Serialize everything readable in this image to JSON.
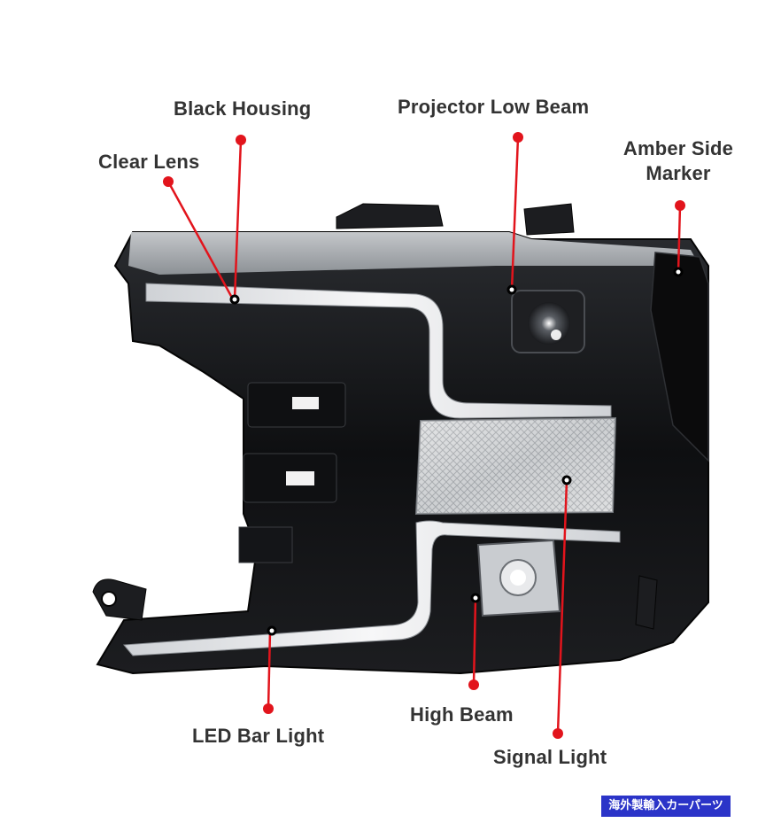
{
  "callouts": {
    "black_housing": "Black Housing",
    "clear_lens": "Clear Lens",
    "projector_low_beam": "Projector Low Beam",
    "amber_side_marker_line1": "Amber Side",
    "amber_side_marker_line2": "Marker",
    "led_bar_light": "LED Bar Light",
    "high_beam": "High Beam",
    "signal_light": "Signal Light"
  },
  "badge": {
    "text": "海外製輸入カーパーツ"
  },
  "colors": {
    "callout_line": "#e2141c",
    "housing": "#141414",
    "led_bar": "#e9eaec",
    "badge_bg": "#2b34c8",
    "label_text": "#333333"
  }
}
